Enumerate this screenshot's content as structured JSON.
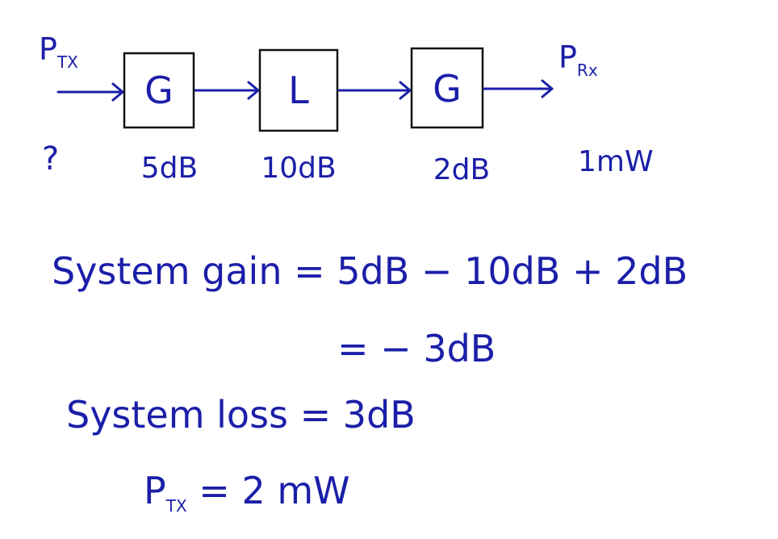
{
  "diagram": {
    "input": {
      "label": "P",
      "subscript": "TX",
      "unknown": "?"
    },
    "output": {
      "label": "P",
      "subscript": "Rx",
      "value": "1mW"
    },
    "blocks": [
      {
        "symbol": "G",
        "value": "5dB"
      },
      {
        "symbol": "L",
        "value": "10dB"
      },
      {
        "symbol": "G",
        "value": "2dB"
      }
    ]
  },
  "work": {
    "line1": "System gain = 5dB − 10dB + 2dB",
    "line2": "= − 3dB",
    "line3": "System loss = 3dB",
    "line4_prefix": "P",
    "line4_sub": "TX",
    "line4_rest": " = 2 mW"
  },
  "colors": {
    "ink": "#1b1fa8",
    "box": "#111111"
  }
}
